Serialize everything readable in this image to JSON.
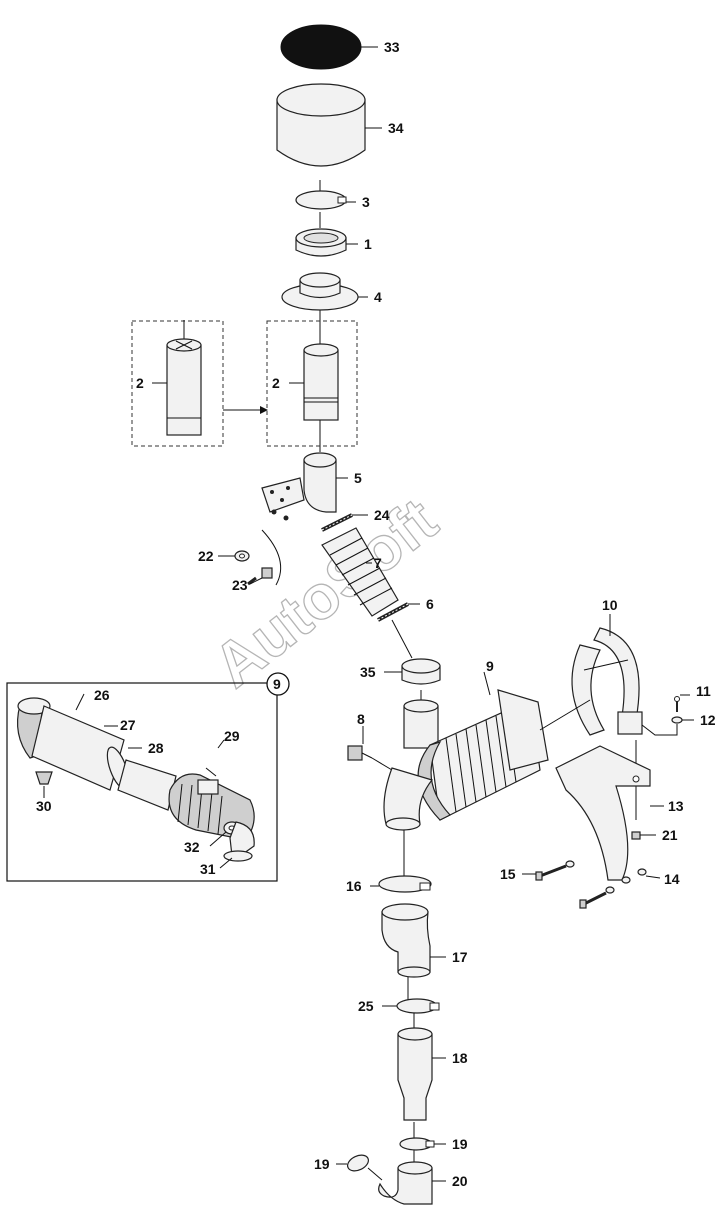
{
  "watermark": "AutoSoft",
  "callouts": {
    "c33": "33",
    "c34": "34",
    "c3": "3",
    "c1": "1",
    "c4": "4",
    "c2a": "2",
    "c2b": "2",
    "c5": "5",
    "c24": "24",
    "c22": "22",
    "c23": "23",
    "c7": "7",
    "c6": "6",
    "c35": "35",
    "c9a": "9",
    "c9b": "9",
    "c8": "8",
    "c10": "10",
    "c11": "11",
    "c12": "12",
    "c13": "13",
    "c21": "21",
    "c15": "15",
    "c14": "14",
    "c16": "16",
    "c17": "17",
    "c25": "25",
    "c18": "18",
    "c19a": "19",
    "c19b": "19",
    "c20": "20",
    "c26": "26",
    "c27": "27",
    "c28": "28",
    "c29": "29",
    "c30": "30",
    "c32": "32",
    "c31": "31"
  }
}
